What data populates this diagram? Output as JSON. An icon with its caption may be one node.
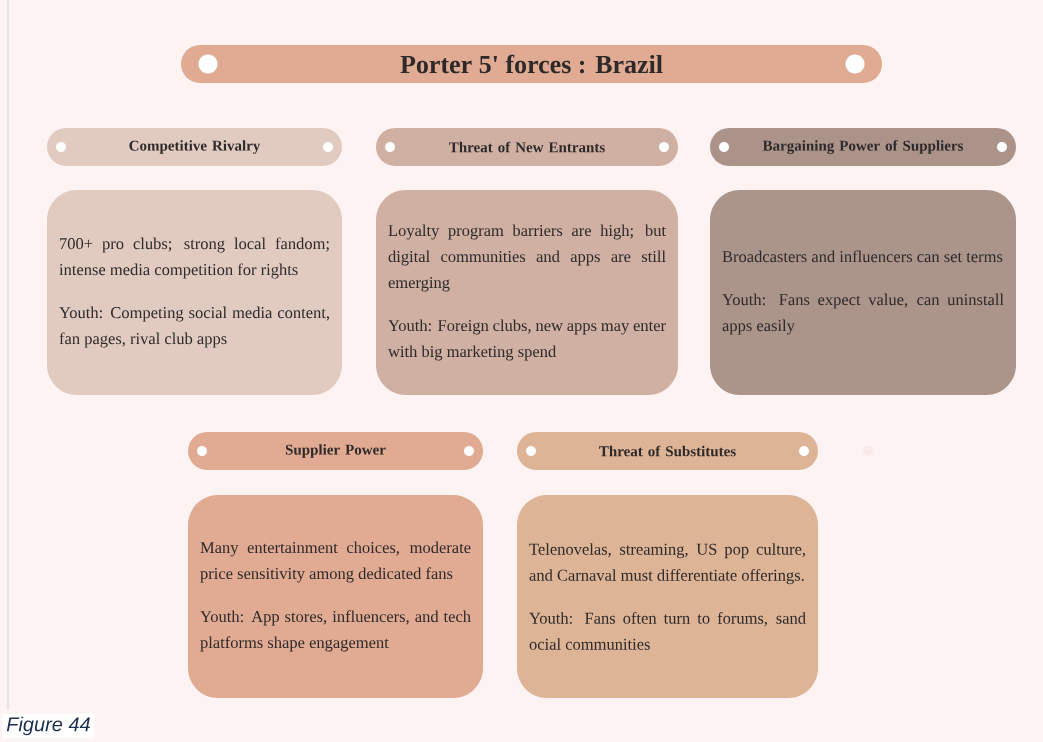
{
  "diagram": {
    "title": "Porter 5' forces : Brazil",
    "nodes": [
      {
        "text": [
          "Competitive Rivalry"
        ]
      },
      {
        "text": [
          "Threat of New Entrants"
        ]
      },
      {
        "text": [
          "Bargaining Power of Suppliers"
        ]
      },
      {
        "text": [
          "700+ pro clubs; strong local fandom; intense media competition for rights",
          "Youth: Competing social media content, fan pages, rival club apps"
        ]
      },
      {
        "text": [
          "Loyalty program barriers are high; but digital communities and apps are still emerging",
          "Youth: Foreign clubs, new apps may enter with big marketing spend"
        ]
      },
      {
        "text": [
          "Broadcasters and influencers can set terms",
          "Youth: Fans expect value, can uninstall apps easily"
        ]
      },
      {
        "text": [
          "Supplier Power"
        ]
      },
      {
        "text": [
          "Threat of Substitutes"
        ]
      },
      {
        "text": [
          "Many entertainment choices, moderate price sensitivity among dedicated fans",
          "Youth: App stores, influencers, and tech platforms shape engagement"
        ]
      },
      {
        "text": [
          "Telenovelas, streaming, US pop culture, and Carnaval must differentiate offerings.",
          "Youth: Fans often turn to forums, sand ocial communities"
        ]
      }
    ],
    "caption": "Figure 44"
  }
}
